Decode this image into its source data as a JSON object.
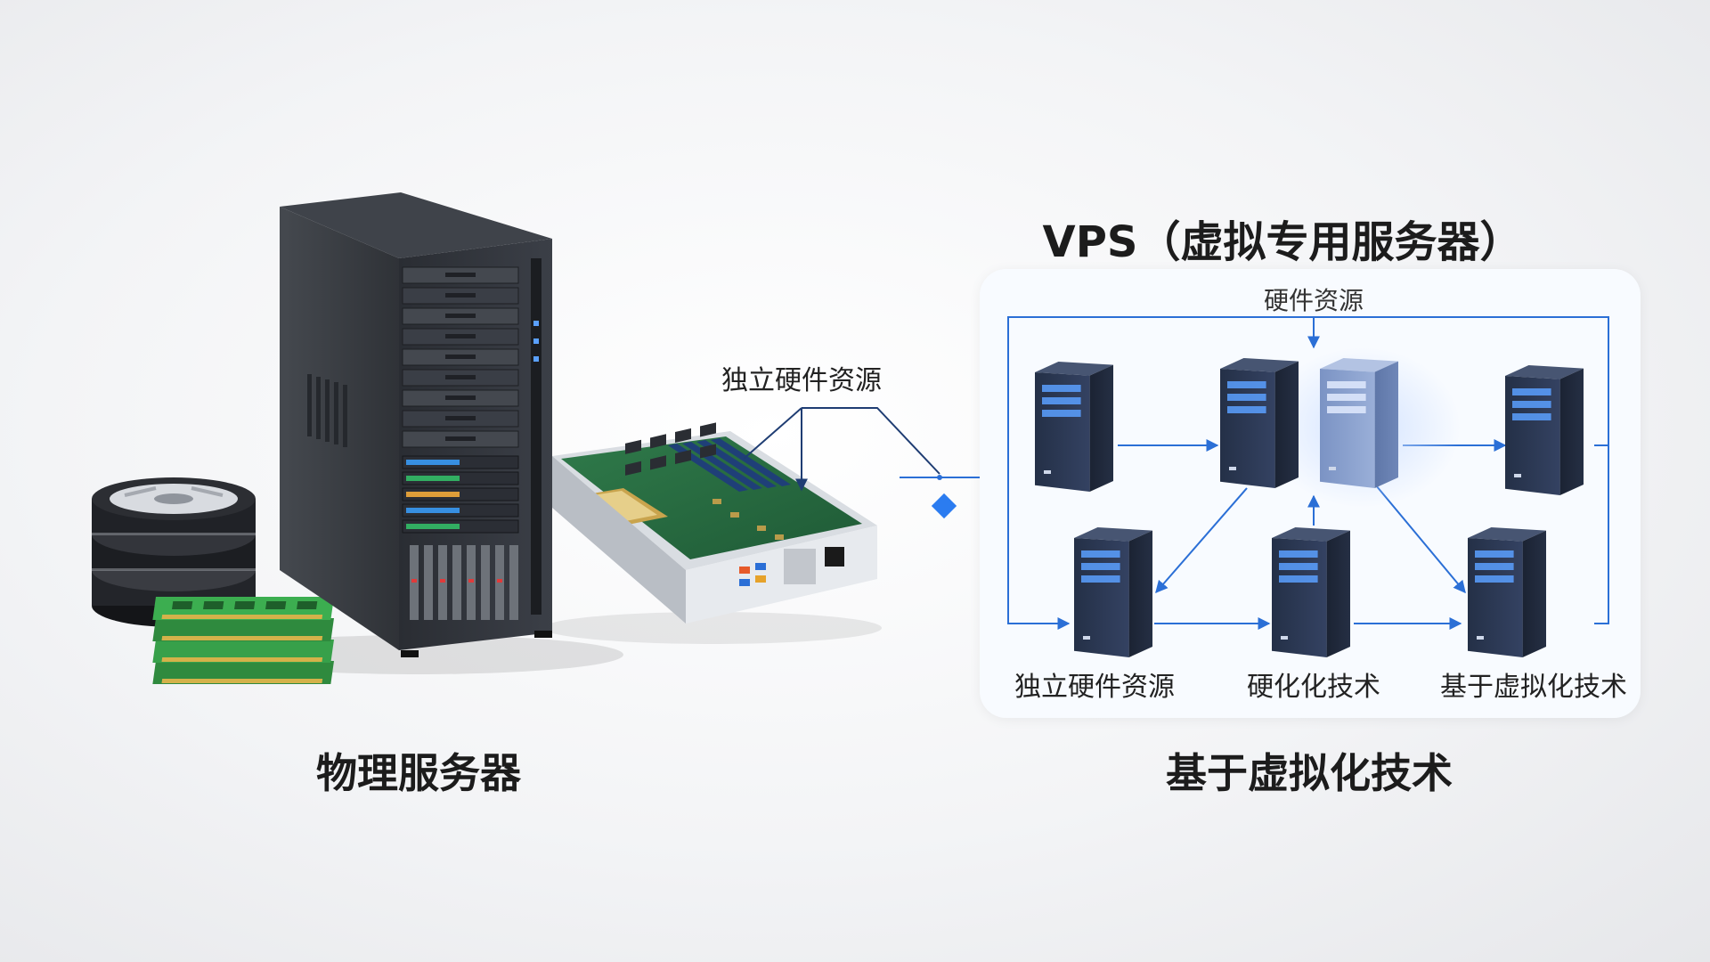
{
  "left": {
    "caption": "物理服务器",
    "hardware_label": "独立硬件资源"
  },
  "right": {
    "title": "VPS（虚拟专用服务器）",
    "panel_top_label": "硬件资源",
    "bottom_labels": [
      "独立硬件资源",
      "硬化化技术",
      "基于虚拟化技术"
    ],
    "caption": "基于虚拟化技术"
  },
  "colors": {
    "accent": "#2b6fd6",
    "server_dark": "#2b3342",
    "server_highlight": "#6c86b8",
    "led_blue": "#5aa0ff"
  },
  "icons": [
    "tower-server-icon",
    "disk-stack-icon",
    "ram-modules-icon",
    "motherboard-icon",
    "connector-diamond-icon",
    "server-icon"
  ]
}
